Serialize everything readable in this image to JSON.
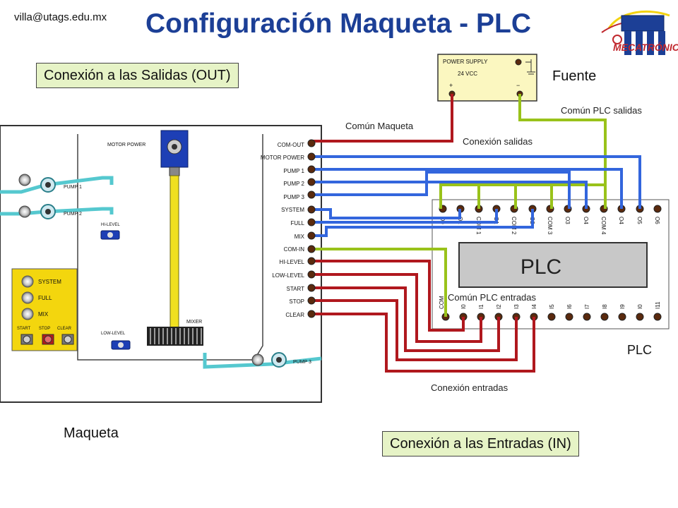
{
  "email": "villa@utags.edu.mx",
  "title": "Configuración Maqueta - PLC",
  "logo": {
    "text": "MECATRÓNICA",
    "colors": [
      "#1c3f96",
      "#c0272d",
      "#f3d311"
    ]
  },
  "out_box": "Conexión a las Salidas (OUT)",
  "in_box": "Conexión a las Entradas (IN)",
  "labels": {
    "fuente": "Fuente",
    "maqueta": "Maqueta",
    "plc_caption": "PLC",
    "comun_maqueta": "Común Maqueta",
    "comun_plc_salidas": "Común PLC salidas",
    "conexion_salidas": "Conexión salidas",
    "comun_plc_entradas": "Común PLC entradas",
    "conexion_entradas": "Conexión entradas"
  },
  "power_supply": {
    "title": "POWER SUPPLY",
    "voltage": "24 VCC",
    "plus": "+",
    "minus": "−"
  },
  "plc": {
    "name": "PLC",
    "out_terminals": [
      "O0",
      "O1",
      "COM 1",
      "O1",
      "COM 2",
      "O2",
      "COM 3",
      "O3",
      "O4",
      "COM 4",
      "O4",
      "O5",
      "O6"
    ],
    "in_terminals": [
      "COM",
      "I0",
      "I1",
      "I2",
      "I3",
      "I4",
      "I5",
      "I6",
      "I7",
      "I8",
      "I9",
      "I0",
      "I11"
    ]
  },
  "maqueta": {
    "motor_power": "MOTOR POWER",
    "mixer": "MIXER",
    "pump1": "PUMP 1",
    "pump2": "PUMP 2",
    "pump3": "PUMP 3",
    "hi_level": "HI-LEVEL",
    "low_level": "LOW-LEVEL",
    "panel": {
      "system": "SYSTEM",
      "full": "FULL",
      "mix": "MIX",
      "start": "START",
      "stop": "STOP",
      "clear": "CLEAR"
    },
    "terminals": [
      "COM-OUT",
      "MOTOR POWER",
      "PUMP 1",
      "PUMP 2",
      "PUMP 3",
      "SYSTEM",
      "FULL",
      "MIX",
      "COM-IN",
      "HI-LEVEL",
      "LOW-LEVEL",
      "START",
      "STOP",
      "CLEAR"
    ]
  },
  "colors": {
    "red_wire": "#b0181e",
    "blue_wire": "#3366dd",
    "green_wire": "#99c21a",
    "title": "#1c3f96",
    "pipe": "#55c8cf",
    "mixer_shaft": "#f0e020"
  }
}
